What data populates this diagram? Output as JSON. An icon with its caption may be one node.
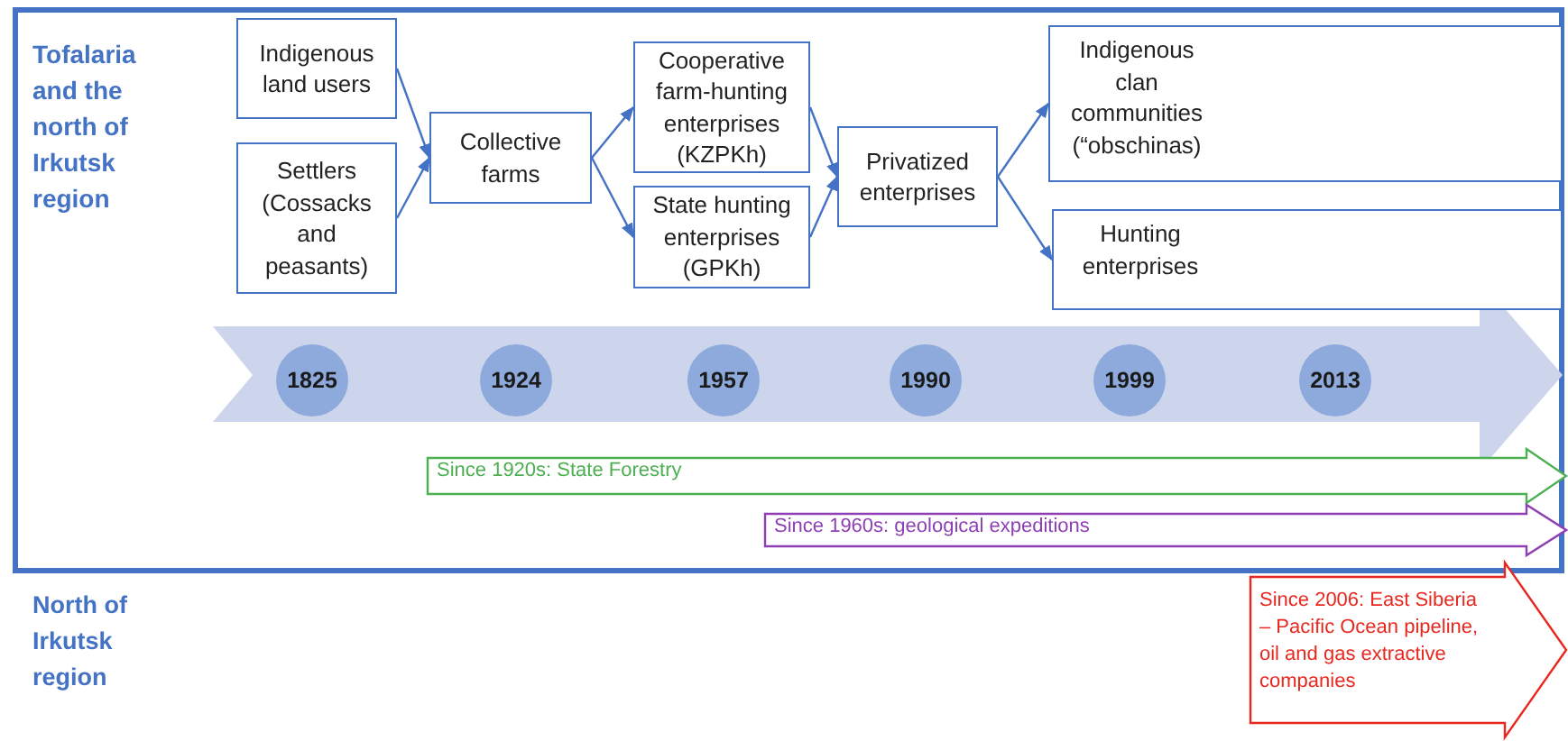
{
  "diagram": {
    "nodes": [
      {
        "text": [
          "Tofalaria and the north of Irkutsk region"
        ]
      },
      {
        "text": [
          "Indigenous land users"
        ],
        "in": 0
      },
      {
        "text": [
          "Settlers (Cossacks and peasants)"
        ],
        "in": 0
      },
      {
        "text": [
          "Collective farms"
        ],
        "in": 0
      },
      {
        "text": [
          "Cooperative farm-hunting enterprises (KZPKh)"
        ],
        "in": 0
      },
      {
        "text": [
          "State hunting enterprises (GPKh)"
        ],
        "in": 0
      },
      {
        "text": [
          "Privatized enterprises"
        ],
        "in": 0
      },
      {
        "text": [
          "Indigenous clan communities (“obschinas)"
        ],
        "in": 0
      },
      {
        "text": [
          "Hunting enterprises"
        ],
        "in": 0
      },
      {
        "text": [],
        "shape": "arrow",
        "in": 0
      },
      {
        "text": [
          "1825"
        ],
        "in": 9
      },
      {
        "text": [
          "1924"
        ],
        "in": 9
      },
      {
        "text": [
          "1957"
        ],
        "in": 9
      },
      {
        "text": [
          "1990"
        ],
        "in": 9
      },
      {
        "text": [
          "1999"
        ],
        "in": 9
      },
      {
        "text": [
          "2013"
        ],
        "in": 9
      },
      {
        "text": [
          "Since 1920s: State Forestry"
        ],
        "in": 0
      },
      {
        "text": [
          "Since 1960s: geological expeditions"
        ],
        "in": 0
      },
      {
        "text": [
          "Since 2006: East Siberia – Pacific Ocean pipeline, oil and gas extractive companies"
        ]
      }
    ],
    "edges": [
      {
        "from": 1,
        "to": 3,
        "arrow": "to"
      },
      {
        "from": 2,
        "to": 3,
        "arrow": "to"
      },
      {
        "from": 3,
        "to": 4,
        "arrow": "to"
      },
      {
        "from": 3,
        "to": 5,
        "arrow": "to"
      },
      {
        "from": 4,
        "to": 6,
        "arrow": "to"
      },
      {
        "from": 5,
        "to": 6,
        "arrow": "to"
      },
      {
        "from": 6,
        "to": 7,
        "arrow": "to"
      },
      {
        "from": 6,
        "to": 8,
        "arrow": "to"
      }
    ],
    "labels": [
      "North of Irkutsk region"
    ]
  }
}
